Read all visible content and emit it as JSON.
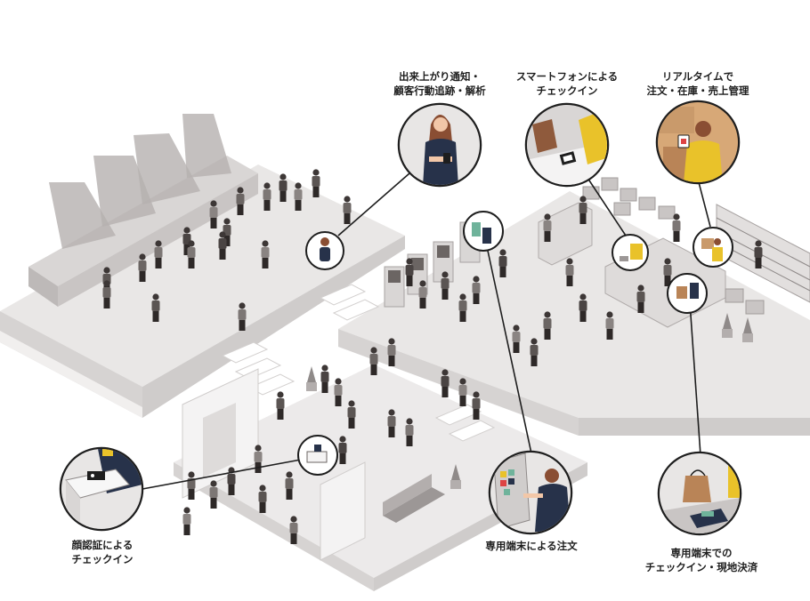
{
  "callouts": {
    "tracking": {
      "line1": "出来上がり通知・",
      "line2": "顧客行動追跡・解析",
      "icon": "woman-with-smartphone-icon"
    },
    "smartphone_checkin": {
      "line1": "スマートフォンによる",
      "line2": "チェックイン",
      "icon": "smartphone-scan-icon"
    },
    "realtime": {
      "line1": "リアルタイムで",
      "line2": "注文・在庫・売上管理",
      "icon": "warehouse-worker-icon"
    },
    "face_checkin": {
      "line1": "顔認証による",
      "line2": "チェックイン",
      "icon": "face-recognition-scanner-icon"
    },
    "kiosk_order": {
      "line1": "専用端末による注文",
      "icon": "kiosk-touchscreen-icon"
    },
    "terminal_checkin": {
      "line1": "専用端末での",
      "line2": "チェックイン・現地決済",
      "icon": "payment-terminal-icon"
    }
  },
  "colors": {
    "floor": "#e9e7e6",
    "floor_side": "#cfcccb",
    "outline": "#1e1e1e",
    "people": "#6b6563",
    "accent_yellow": "#e9c22a",
    "accent_navy": "#27324a"
  }
}
